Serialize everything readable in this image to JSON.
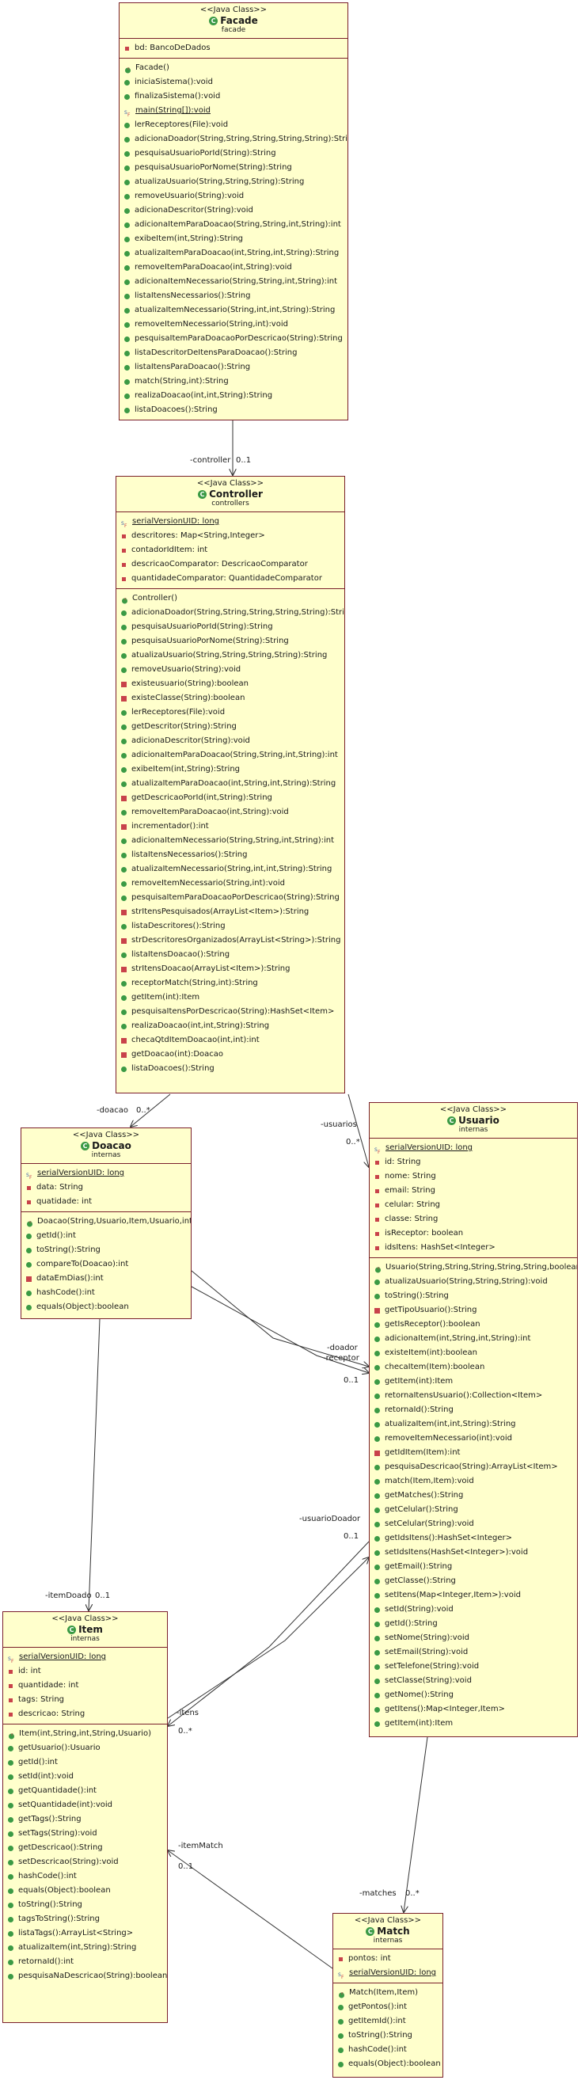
{
  "classes": {
    "facade": {
      "stereotype": "<<Java Class>>",
      "name": "Facade",
      "package": "facade",
      "fields": [
        {
          "text": "bd: BancoDeDados",
          "vis": "field"
        }
      ],
      "methods": [
        {
          "text": "Facade()",
          "vis": "ctor"
        },
        {
          "text": "iniciaSistema():void",
          "vis": "public"
        },
        {
          "text": "finalizaSistema():void",
          "vis": "public"
        },
        {
          "text": "main(String[]):void",
          "vis": "static",
          "underline": true
        },
        {
          "text": "lerReceptores(File):void",
          "vis": "public"
        },
        {
          "text": "adicionaDoador(String,String,String,String,String):String",
          "vis": "public"
        },
        {
          "text": "pesquisaUsuarioPorId(String):String",
          "vis": "public"
        },
        {
          "text": "pesquisaUsuarioPorNome(String):String",
          "vis": "public"
        },
        {
          "text": "atualizaUsuario(String,String,String):String",
          "vis": "public"
        },
        {
          "text": "removeUsuario(String):void",
          "vis": "public"
        },
        {
          "text": "adicionaDescritor(String):void",
          "vis": "public"
        },
        {
          "text": "adicionaItemParaDoacao(String,String,int,String):int",
          "vis": "public"
        },
        {
          "text": "exibeItem(int,String):String",
          "vis": "public"
        },
        {
          "text": "atualizaItemParaDoacao(int,String,int,String):String",
          "vis": "public"
        },
        {
          "text": "removeItemParaDoacao(int,String):void",
          "vis": "public"
        },
        {
          "text": "adicionaItemNecessario(String,String,int,String):int",
          "vis": "public"
        },
        {
          "text": "listaItensNecessarios():String",
          "vis": "public"
        },
        {
          "text": "atualizaItemNecessario(String,int,int,String):String",
          "vis": "public"
        },
        {
          "text": "removeItemNecessario(String,int):void",
          "vis": "public"
        },
        {
          "text": "pesquisaItemParaDoacaoPorDescricao(String):String",
          "vis": "public"
        },
        {
          "text": "listaDescritorDeItensParaDoacao():String",
          "vis": "public"
        },
        {
          "text": "listaItensParaDoacao():String",
          "vis": "public"
        },
        {
          "text": "match(String,int):String",
          "vis": "public"
        },
        {
          "text": "realizaDoacao(int,int,String):String",
          "vis": "public"
        },
        {
          "text": "listaDoacoes():String",
          "vis": "public"
        }
      ]
    },
    "controller": {
      "stereotype": "<<Java Class>>",
      "name": "Controller",
      "package": "controllers",
      "fields": [
        {
          "text": "serialVersionUID: long",
          "vis": "static",
          "underline": true
        },
        {
          "text": "descritores: Map<String,Integer>",
          "vis": "field"
        },
        {
          "text": "contadorIdItem: int",
          "vis": "field"
        },
        {
          "text": "descricaoComparator: DescricaoComparator",
          "vis": "field"
        },
        {
          "text": "quantidadeComparator: QuantidadeComparator",
          "vis": "field"
        }
      ],
      "methods": [
        {
          "text": "Controller()",
          "vis": "ctor"
        },
        {
          "text": "adicionaDoador(String,String,String,String,String):String",
          "vis": "public"
        },
        {
          "text": "pesquisaUsuarioPorId(String):String",
          "vis": "public"
        },
        {
          "text": "pesquisaUsuarioPorNome(String):String",
          "vis": "public"
        },
        {
          "text": "atualizaUsuario(String,String,String,String):String",
          "vis": "public"
        },
        {
          "text": "removeUsuario(String):void",
          "vis": "public"
        },
        {
          "text": "existeusuario(String):boolean",
          "vis": "private"
        },
        {
          "text": "existeClasse(String):boolean",
          "vis": "private"
        },
        {
          "text": "lerReceptores(File):void",
          "vis": "public"
        },
        {
          "text": "getDescritor(String):String",
          "vis": "public"
        },
        {
          "text": "adicionaDescritor(String):void",
          "vis": "public"
        },
        {
          "text": "adicionaItemParaDoacao(String,String,int,String):int",
          "vis": "public"
        },
        {
          "text": "exibeItem(int,String):String",
          "vis": "public"
        },
        {
          "text": "atualizaItemParaDoacao(int,String,int,String):String",
          "vis": "public"
        },
        {
          "text": "getDescricaoPorId(int,String):String",
          "vis": "private"
        },
        {
          "text": "removeItemParaDoacao(int,String):void",
          "vis": "public"
        },
        {
          "text": "incrementador():int",
          "vis": "private"
        },
        {
          "text": "adicionaItemNecessario(String,String,int,String):int",
          "vis": "public"
        },
        {
          "text": "listaItensNecessarios():String",
          "vis": "public"
        },
        {
          "text": "atualizaItemNecessario(String,int,int,String):String",
          "vis": "public"
        },
        {
          "text": "removeItemNecessario(String,int):void",
          "vis": "public"
        },
        {
          "text": "pesquisaItemParaDoacaoPorDescricao(String):String",
          "vis": "public"
        },
        {
          "text": "strItensPesquisados(ArrayList<Item>):String",
          "vis": "private"
        },
        {
          "text": "listaDescritores():String",
          "vis": "public"
        },
        {
          "text": "strDescritoresOrganizados(ArrayList<String>):String",
          "vis": "private"
        },
        {
          "text": "listaItensDoacao():String",
          "vis": "public"
        },
        {
          "text": "strItensDoacao(ArrayList<Item>):String",
          "vis": "private"
        },
        {
          "text": "receptorMatch(String,int):String",
          "vis": "public"
        },
        {
          "text": "getItem(int):Item",
          "vis": "public"
        },
        {
          "text": "pesquisaItensPorDescricao(String):HashSet<Item>",
          "vis": "public"
        },
        {
          "text": "realizaDoacao(int,int,String):String",
          "vis": "public"
        },
        {
          "text": "checaQtdItemDoacao(int,int):int",
          "vis": "private"
        },
        {
          "text": "getDoacao(int):Doacao",
          "vis": "private"
        },
        {
          "text": "listaDoacoes():String",
          "vis": "public"
        }
      ]
    },
    "doacao": {
      "stereotype": "<<Java Class>>",
      "name": "Doacao",
      "package": "internas",
      "fields": [
        {
          "text": "serialVersionUID: long",
          "vis": "static",
          "underline": true
        },
        {
          "text": "data: String",
          "vis": "field"
        },
        {
          "text": "quatidade: int",
          "vis": "field"
        }
      ],
      "methods": [
        {
          "text": "Doacao(String,Usuario,Item,Usuario,int)",
          "vis": "ctor"
        },
        {
          "text": "getId():int",
          "vis": "public"
        },
        {
          "text": "toString():String",
          "vis": "public"
        },
        {
          "text": "compareTo(Doacao):int",
          "vis": "public"
        },
        {
          "text": "dataEmDias():int",
          "vis": "private"
        },
        {
          "text": "hashCode():int",
          "vis": "public"
        },
        {
          "text": "equals(Object):boolean",
          "vis": "public"
        }
      ]
    },
    "usuario": {
      "stereotype": "<<Java Class>>",
      "name": "Usuario",
      "package": "internas",
      "fields": [
        {
          "text": "serialVersionUID: long",
          "vis": "static",
          "underline": true
        },
        {
          "text": "id: String",
          "vis": "field"
        },
        {
          "text": "nome: String",
          "vis": "field"
        },
        {
          "text": "email: String",
          "vis": "field"
        },
        {
          "text": "celular: String",
          "vis": "field"
        },
        {
          "text": "classe: String",
          "vis": "field"
        },
        {
          "text": "isReceptor: boolean",
          "vis": "field"
        },
        {
          "text": "idsItens: HashSet<Integer>",
          "vis": "field"
        }
      ],
      "methods": [
        {
          "text": "Usuario(String,String,String,String,String,boolean)",
          "vis": "ctor"
        },
        {
          "text": "atualizaUsuario(String,String,String):void",
          "vis": "public"
        },
        {
          "text": "toString():String",
          "vis": "public"
        },
        {
          "text": "getTipoUsuario():String",
          "vis": "private"
        },
        {
          "text": "getIsReceptor():boolean",
          "vis": "public"
        },
        {
          "text": "adicionaItem(int,String,int,String):int",
          "vis": "public"
        },
        {
          "text": "existeItem(int):boolean",
          "vis": "public"
        },
        {
          "text": "checaItem(Item):boolean",
          "vis": "public"
        },
        {
          "text": "getItem(int):Item",
          "vis": "public"
        },
        {
          "text": "retornaItensUsuario():Collection<Item>",
          "vis": "public"
        },
        {
          "text": "retornaId():String",
          "vis": "public"
        },
        {
          "text": "atualizaItem(int,int,String):String",
          "vis": "public"
        },
        {
          "text": "removeItemNecessario(int):void",
          "vis": "public"
        },
        {
          "text": "getIdItem(Item):int",
          "vis": "private"
        },
        {
          "text": "pesquisaDescricao(String):ArrayList<Item>",
          "vis": "public"
        },
        {
          "text": "match(Item,Item):void",
          "vis": "public"
        },
        {
          "text": "getMatches():String",
          "vis": "public"
        },
        {
          "text": "getCelular():String",
          "vis": "public"
        },
        {
          "text": "setCelular(String):void",
          "vis": "public"
        },
        {
          "text": "getIdsItens():HashSet<Integer>",
          "vis": "public"
        },
        {
          "text": "setIdsItens(HashSet<Integer>):void",
          "vis": "public"
        },
        {
          "text": "getEmail():String",
          "vis": "public"
        },
        {
          "text": "getClasse():String",
          "vis": "public"
        },
        {
          "text": "setItens(Map<Integer,Item>):void",
          "vis": "public"
        },
        {
          "text": "setId(String):void",
          "vis": "public"
        },
        {
          "text": "getId():String",
          "vis": "public"
        },
        {
          "text": "setNome(String):void",
          "vis": "public"
        },
        {
          "text": "setEmail(String):void",
          "vis": "public"
        },
        {
          "text": "setTelefone(String):void",
          "vis": "public"
        },
        {
          "text": "setClasse(String):void",
          "vis": "public"
        },
        {
          "text": "getNome():String",
          "vis": "public"
        },
        {
          "text": "getItens():Map<Integer,Item>",
          "vis": "public"
        },
        {
          "text": "getItem(int):Item",
          "vis": "public"
        }
      ]
    },
    "item": {
      "stereotype": "<<Java Class>>",
      "name": "Item",
      "package": "internas",
      "fields": [
        {
          "text": "serialVersionUID: long",
          "vis": "static",
          "underline": true
        },
        {
          "text": "id: int",
          "vis": "field"
        },
        {
          "text": "quantidade: int",
          "vis": "field"
        },
        {
          "text": "tags: String",
          "vis": "field"
        },
        {
          "text": "descricao: String",
          "vis": "field"
        }
      ],
      "methods": [
        {
          "text": "Item(int,String,int,String,Usuario)",
          "vis": "ctor"
        },
        {
          "text": "getUsuario():Usuario",
          "vis": "public"
        },
        {
          "text": "getId():int",
          "vis": "public"
        },
        {
          "text": "setId(int):void",
          "vis": "public"
        },
        {
          "text": "getQuantidade():int",
          "vis": "public"
        },
        {
          "text": "setQuantidade(int):void",
          "vis": "public"
        },
        {
          "text": "getTags():String",
          "vis": "public"
        },
        {
          "text": "setTags(String):void",
          "vis": "public"
        },
        {
          "text": "getDescricao():String",
          "vis": "public"
        },
        {
          "text": "setDescricao(String):void",
          "vis": "public"
        },
        {
          "text": "hashCode():int",
          "vis": "public"
        },
        {
          "text": "equals(Object):boolean",
          "vis": "public"
        },
        {
          "text": "toString():String",
          "vis": "public"
        },
        {
          "text": "tagsToString():String",
          "vis": "public"
        },
        {
          "text": "listaTags():ArrayList<String>",
          "vis": "public"
        },
        {
          "text": "atualizaItem(int,String):String",
          "vis": "public"
        },
        {
          "text": "retornaId():int",
          "vis": "public"
        },
        {
          "text": "pesquisaNaDescricao(String):boolean",
          "vis": "public"
        }
      ]
    },
    "match": {
      "stereotype": "<<Java Class>>",
      "name": "Match",
      "package": "internas",
      "fields": [
        {
          "text": "pontos: int",
          "vis": "field"
        },
        {
          "text": "serialVersionUID: long",
          "vis": "static",
          "underline": true
        }
      ],
      "methods": [
        {
          "text": "Match(Item,Item)",
          "vis": "ctor"
        },
        {
          "text": "getPontos():int",
          "vis": "public"
        },
        {
          "text": "getItemId():int",
          "vis": "public"
        },
        {
          "text": "toString():String",
          "vis": "public"
        },
        {
          "text": "hashCode():int",
          "vis": "public"
        },
        {
          "text": "equals(Object):boolean",
          "vis": "public"
        }
      ]
    }
  },
  "associations": {
    "controller_role": "-controller",
    "controller_mult": "0..1",
    "doacao_role": "-doacao",
    "doacao_mult": "0..*",
    "usuarios_role": "-usuarios",
    "usuarios_mult": "0..*",
    "doador_role": "-doador",
    "receptor_role": "-receptor",
    "doador_mult": "0..1",
    "usuarioDoador_role": "-usuarioDoador",
    "usuarioDoador_mult": "0..1",
    "itemDoado_role": "-itemDoado",
    "itemDoado_mult": "0..1",
    "itens_role": "-itens",
    "itens_mult": "0..*",
    "itemMatch_role": "-itemMatch",
    "itemMatch_mult": "0..1",
    "matches_role": "-matches",
    "matches_mult": "0..*"
  },
  "colors": {
    "class_fill": "#ffffcc",
    "class_border": "#7a1f2b",
    "public_icon": "#3b9a45",
    "private_icon": "#c8424a"
  }
}
